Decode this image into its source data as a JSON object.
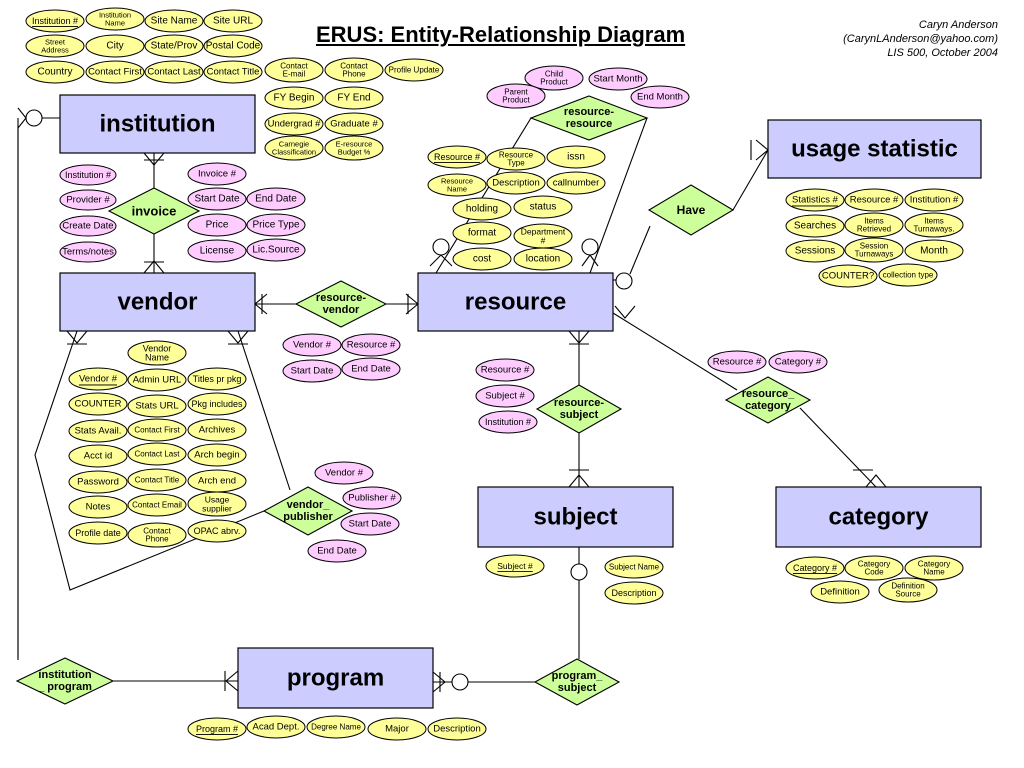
{
  "title": "ERUS:  Entity-Relationship Diagram",
  "author": {
    "name": "Caryn Anderson",
    "email": "(CarynLAnderson@yahoo.com)",
    "course": "LIS 500, October 2004"
  },
  "colors": {
    "entity_fill": "#ccccff",
    "relationship_fill": "#ccff99",
    "attr_yellow": "#ffff99",
    "attr_pink": "#ffccff"
  },
  "entities": [
    {
      "id": "institution",
      "label": "institution"
    },
    {
      "id": "vendor",
      "label": "vendor"
    },
    {
      "id": "resource",
      "label": "resource"
    },
    {
      "id": "usage-statistic",
      "label": "usage statistic"
    },
    {
      "id": "subject",
      "label": "subject"
    },
    {
      "id": "category",
      "label": "category"
    },
    {
      "id": "program",
      "label": "program"
    }
  ],
  "relationships": [
    {
      "id": "invoice",
      "label": [
        "invoice"
      ]
    },
    {
      "id": "resource-vendor",
      "label": [
        "resource-",
        "vendor"
      ]
    },
    {
      "id": "resource-resource",
      "label": [
        "resource-",
        "resource"
      ]
    },
    {
      "id": "have",
      "label": [
        "Have"
      ]
    },
    {
      "id": "resource-subject",
      "label": [
        "resource-",
        "subject"
      ]
    },
    {
      "id": "resource-category",
      "label": [
        "resource_",
        "category"
      ]
    },
    {
      "id": "vendor-publisher",
      "label": [
        "vendor_",
        "publisher"
      ]
    },
    {
      "id": "institution-program",
      "label": [
        "institution",
        "_ program"
      ]
    },
    {
      "id": "program-subject",
      "label": [
        "program_",
        "subject"
      ]
    }
  ],
  "attributes": [
    {
      "id": "inst-institution-num",
      "label": [
        "Institution #"
      ],
      "color": "yellow",
      "key": true
    },
    {
      "id": "inst-institution-name",
      "label": [
        "Institution",
        "Name"
      ],
      "color": "yellow"
    },
    {
      "id": "inst-site-name",
      "label": [
        "Site Name"
      ],
      "color": "yellow"
    },
    {
      "id": "inst-site-url",
      "label": [
        "Site URL"
      ],
      "color": "yellow"
    },
    {
      "id": "inst-street-address",
      "label": [
        "Street",
        "Address"
      ],
      "color": "yellow"
    },
    {
      "id": "inst-city",
      "label": [
        "City"
      ],
      "color": "yellow"
    },
    {
      "id": "inst-state-prov",
      "label": [
        "State/Prov"
      ],
      "color": "yellow"
    },
    {
      "id": "inst-postal-code",
      "label": [
        "Postal Code"
      ],
      "color": "yellow"
    },
    {
      "id": "inst-country",
      "label": [
        "Country"
      ],
      "color": "yellow"
    },
    {
      "id": "inst-contact-first",
      "label": [
        "Contact First"
      ],
      "color": "yellow"
    },
    {
      "id": "inst-contact-last",
      "label": [
        "Contact Last"
      ],
      "color": "yellow"
    },
    {
      "id": "inst-contact-title",
      "label": [
        "Contact Title"
      ],
      "color": "yellow"
    },
    {
      "id": "inst-contact-email",
      "label": [
        "Contact",
        "E-mail"
      ],
      "color": "yellow"
    },
    {
      "id": "inst-contact-phone",
      "label": [
        "Contact",
        "Phone"
      ],
      "color": "yellow"
    },
    {
      "id": "inst-profile-update",
      "label": [
        "Profile Update"
      ],
      "color": "yellow"
    },
    {
      "id": "inst-fy-begin",
      "label": [
        "FY Begin"
      ],
      "color": "yellow"
    },
    {
      "id": "inst-fy-end",
      "label": [
        "FY End"
      ],
      "color": "yellow"
    },
    {
      "id": "inst-undergrad",
      "label": [
        "Undergrad #"
      ],
      "color": "yellow"
    },
    {
      "id": "inst-graduate",
      "label": [
        "Graduate #"
      ],
      "color": "yellow"
    },
    {
      "id": "inst-carnegie",
      "label": [
        "Carnegie",
        "Classification"
      ],
      "color": "yellow"
    },
    {
      "id": "inst-eresource-budget",
      "label": [
        "E-resource",
        "Budget %"
      ],
      "color": "yellow"
    },
    {
      "id": "inv-institution-num",
      "label": [
        "Institution #"
      ],
      "color": "pink"
    },
    {
      "id": "inv-provider-num",
      "label": [
        "Provider #"
      ],
      "color": "pink"
    },
    {
      "id": "inv-create-date",
      "label": [
        "Create Date"
      ],
      "color": "pink"
    },
    {
      "id": "inv-terms-notes",
      "label": [
        "Terms/notes"
      ],
      "color": "pink"
    },
    {
      "id": "inv-invoice-num",
      "label": [
        "Invoice #"
      ],
      "color": "pink"
    },
    {
      "id": "inv-start-date",
      "label": [
        "Start Date"
      ],
      "color": "pink"
    },
    {
      "id": "inv-end-date",
      "label": [
        "End Date"
      ],
      "color": "pink"
    },
    {
      "id": "inv-price",
      "label": [
        "Price"
      ],
      "color": "pink"
    },
    {
      "id": "inv-price-type",
      "label": [
        "Price Type"
      ],
      "color": "pink"
    },
    {
      "id": "inv-license",
      "label": [
        "License"
      ],
      "color": "pink"
    },
    {
      "id": "inv-lic-source",
      "label": [
        "Lic.Source"
      ],
      "color": "pink"
    },
    {
      "id": "rr-child-product",
      "label": [
        "Child",
        "Product"
      ],
      "color": "pink"
    },
    {
      "id": "rr-start-month",
      "label": [
        "Start Month"
      ],
      "color": "pink"
    },
    {
      "id": "rr-parent-product",
      "label": [
        "Parent",
        "Product"
      ],
      "color": "pink"
    },
    {
      "id": "rr-end-month",
      "label": [
        "End Month"
      ],
      "color": "pink"
    },
    {
      "id": "res-resource-num",
      "label": [
        "Resource #"
      ],
      "color": "yellow",
      "key": true
    },
    {
      "id": "res-resource-type",
      "label": [
        "Resource",
        "Type"
      ],
      "color": "yellow"
    },
    {
      "id": "res-issn",
      "label": [
        "issn"
      ],
      "color": "yellow"
    },
    {
      "id": "res-resource-name",
      "label": [
        "Resource",
        "Name"
      ],
      "color": "yellow"
    },
    {
      "id": "res-description",
      "label": [
        "Description"
      ],
      "color": "yellow"
    },
    {
      "id": "res-callnumber",
      "label": [
        "callnumber"
      ],
      "color": "yellow"
    },
    {
      "id": "res-holding",
      "label": [
        "holding"
      ],
      "color": "yellow"
    },
    {
      "id": "res-status",
      "label": [
        "status"
      ],
      "color": "yellow"
    },
    {
      "id": "res-format",
      "label": [
        "format"
      ],
      "color": "yellow"
    },
    {
      "id": "res-department-num",
      "label": [
        "Department",
        "#"
      ],
      "color": "yellow"
    },
    {
      "id": "res-cost",
      "label": [
        "cost"
      ],
      "color": "yellow"
    },
    {
      "id": "res-location",
      "label": [
        "location"
      ],
      "color": "yellow"
    },
    {
      "id": "us-statistics-num",
      "label": [
        "Statistics #"
      ],
      "color": "yellow",
      "key": true
    },
    {
      "id": "us-resource-num",
      "label": [
        "Resource #"
      ],
      "color": "yellow"
    },
    {
      "id": "us-institution-num",
      "label": [
        "Institution #"
      ],
      "color": "yellow"
    },
    {
      "id": "us-searches",
      "label": [
        "Searches"
      ],
      "color": "yellow"
    },
    {
      "id": "us-items-retrieved",
      "label": [
        "Items",
        "Retrieved"
      ],
      "color": "yellow"
    },
    {
      "id": "us-items-turnaways",
      "label": [
        "Items",
        "Turnaways."
      ],
      "color": "yellow"
    },
    {
      "id": "us-sessions",
      "label": [
        "Sessions"
      ],
      "color": "yellow"
    },
    {
      "id": "us-session-turnaways",
      "label": [
        "Session",
        "Turnaways"
      ],
      "color": "yellow"
    },
    {
      "id": "us-month",
      "label": [
        "Month"
      ],
      "color": "yellow"
    },
    {
      "id": "us-counter",
      "label": [
        "COUNTER?"
      ],
      "color": "yellow"
    },
    {
      "id": "us-collection-type",
      "label": [
        "collection type"
      ],
      "color": "yellow"
    },
    {
      "id": "rv-vendor-num",
      "label": [
        "Vendor #"
      ],
      "color": "pink"
    },
    {
      "id": "rv-resource-num",
      "label": [
        "Resource #"
      ],
      "color": "pink"
    },
    {
      "id": "rv-start-date",
      "label": [
        "Start Date"
      ],
      "color": "pink"
    },
    {
      "id": "rv-end-date",
      "label": [
        "End Date"
      ],
      "color": "pink"
    },
    {
      "id": "ven-vendor-name",
      "label": [
        "Vendor",
        "Name"
      ],
      "color": "yellow"
    },
    {
      "id": "ven-vendor-num",
      "label": [
        "Vendor #"
      ],
      "color": "yellow",
      "key": true
    },
    {
      "id": "ven-admin-url",
      "label": [
        "Admin URL"
      ],
      "color": "yellow"
    },
    {
      "id": "ven-titles-pr-pkg",
      "label": [
        "Titles pr pkg"
      ],
      "color": "yellow"
    },
    {
      "id": "ven-counter",
      "label": [
        "COUNTER"
      ],
      "color": "yellow"
    },
    {
      "id": "ven-stats-url",
      "label": [
        "Stats URL"
      ],
      "color": "yellow"
    },
    {
      "id": "ven-pkg-includes",
      "label": [
        "Pkg includes"
      ],
      "color": "yellow"
    },
    {
      "id": "ven-stats-avail",
      "label": [
        "Stats Avail."
      ],
      "color": "yellow"
    },
    {
      "id": "ven-contact-first",
      "label": [
        "Contact First"
      ],
      "color": "yellow"
    },
    {
      "id": "ven-archives",
      "label": [
        "Archives"
      ],
      "color": "yellow"
    },
    {
      "id": "ven-acct-id",
      "label": [
        "Acct id"
      ],
      "color": "yellow"
    },
    {
      "id": "ven-contact-last",
      "label": [
        "Contact Last"
      ],
      "color": "yellow"
    },
    {
      "id": "ven-arch-begin",
      "label": [
        "Arch begin"
      ],
      "color": "yellow"
    },
    {
      "id": "ven-password",
      "label": [
        "Password"
      ],
      "color": "yellow"
    },
    {
      "id": "ven-contact-title",
      "label": [
        "Contact Title"
      ],
      "color": "yellow"
    },
    {
      "id": "ven-arch-end",
      "label": [
        "Arch end"
      ],
      "color": "yellow"
    },
    {
      "id": "ven-notes",
      "label": [
        "Notes"
      ],
      "color": "yellow"
    },
    {
      "id": "ven-contact-email",
      "label": [
        "Contact Email"
      ],
      "color": "yellow"
    },
    {
      "id": "ven-usage-supplier",
      "label": [
        "Usage",
        "supplier"
      ],
      "color": "yellow"
    },
    {
      "id": "ven-profile-date",
      "label": [
        "Profile date"
      ],
      "color": "yellow"
    },
    {
      "id": "ven-contact-phone",
      "label": [
        "Contact",
        "Phone"
      ],
      "color": "yellow"
    },
    {
      "id": "ven-opac-abrv",
      "label": [
        "OPAC abrv."
      ],
      "color": "yellow"
    },
    {
      "id": "vp-vendor-num",
      "label": [
        "Vendor #"
      ],
      "color": "pink"
    },
    {
      "id": "vp-publisher-num",
      "label": [
        "Publisher #"
      ],
      "color": "pink"
    },
    {
      "id": "vp-start-date",
      "label": [
        "Start Date"
      ],
      "color": "pink"
    },
    {
      "id": "vp-end-date",
      "label": [
        "End Date"
      ],
      "color": "pink"
    },
    {
      "id": "rs-resource-num",
      "label": [
        "Resource #"
      ],
      "color": "pink"
    },
    {
      "id": "rs-subject-num",
      "label": [
        "Subject #"
      ],
      "color": "pink"
    },
    {
      "id": "rs-institution-num",
      "label": [
        "Institution #"
      ],
      "color": "pink"
    },
    {
      "id": "rc-resource-num",
      "label": [
        "Resource #"
      ],
      "color": "pink"
    },
    {
      "id": "rc-category-num",
      "label": [
        "Category #"
      ],
      "color": "pink"
    },
    {
      "id": "sub-subject-num",
      "label": [
        "Subject #"
      ],
      "color": "yellow",
      "key": true
    },
    {
      "id": "sub-subject-name",
      "label": [
        "Subject  Name"
      ],
      "color": "yellow"
    },
    {
      "id": "sub-description",
      "label": [
        "Description"
      ],
      "color": "yellow"
    },
    {
      "id": "cat-category-num",
      "label": [
        "Category #"
      ],
      "color": "yellow",
      "key": true
    },
    {
      "id": "cat-category-code",
      "label": [
        "Category",
        "Code"
      ],
      "color": "yellow"
    },
    {
      "id": "cat-category-name",
      "label": [
        "Category",
        "Name"
      ],
      "color": "yellow"
    },
    {
      "id": "cat-definition",
      "label": [
        "Definition"
      ],
      "color": "yellow"
    },
    {
      "id": "cat-definition-source",
      "label": [
        "Definition",
        "Source"
      ],
      "color": "yellow"
    },
    {
      "id": "prog-program-num",
      "label": [
        "Program #"
      ],
      "color": "yellow",
      "key": true
    },
    {
      "id": "prog-acad-dept",
      "label": [
        "Acad Dept."
      ],
      "color": "yellow"
    },
    {
      "id": "prog-degree-name",
      "label": [
        "Degree Name"
      ],
      "color": "yellow"
    },
    {
      "id": "prog-major",
      "label": [
        "Major"
      ],
      "color": "yellow"
    },
    {
      "id": "prog-description",
      "label": [
        "Description"
      ],
      "color": "yellow"
    }
  ]
}
